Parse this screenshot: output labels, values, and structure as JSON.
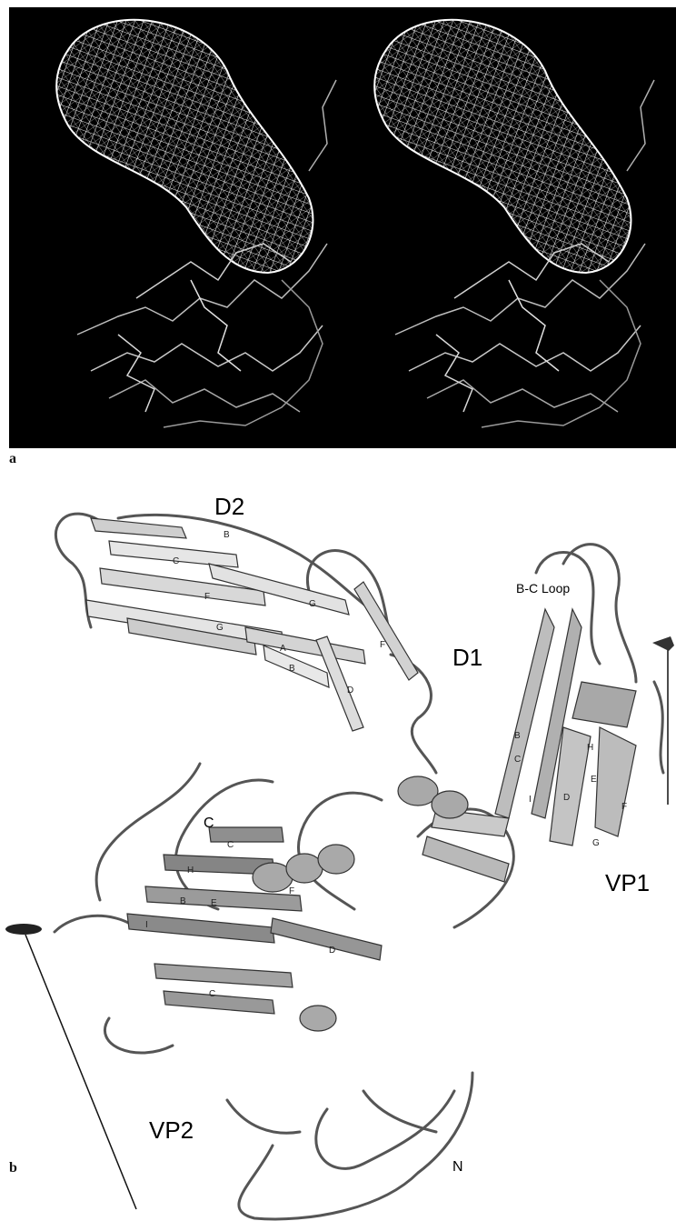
{
  "panel_a": {
    "letter": "a"
  },
  "panel_b": {
    "letter": "b",
    "domain_labels": {
      "d2": "D2",
      "d1": "D1",
      "vp1": "VP1",
      "vp2": "VP2"
    },
    "loop_label": "B-C Loop",
    "terminus": {
      "c": "C",
      "n": "N"
    },
    "strands": {
      "d2": [
        "B",
        "C",
        "F",
        "G"
      ],
      "d1": [
        "G",
        "A",
        "B",
        "F",
        "D"
      ],
      "vp1": [
        "B",
        "C",
        "H",
        "E",
        "F",
        "I",
        "D",
        "G"
      ],
      "vp2": [
        "C",
        "H",
        "B",
        "E",
        "I",
        "F",
        "D",
        "C"
      ]
    }
  }
}
